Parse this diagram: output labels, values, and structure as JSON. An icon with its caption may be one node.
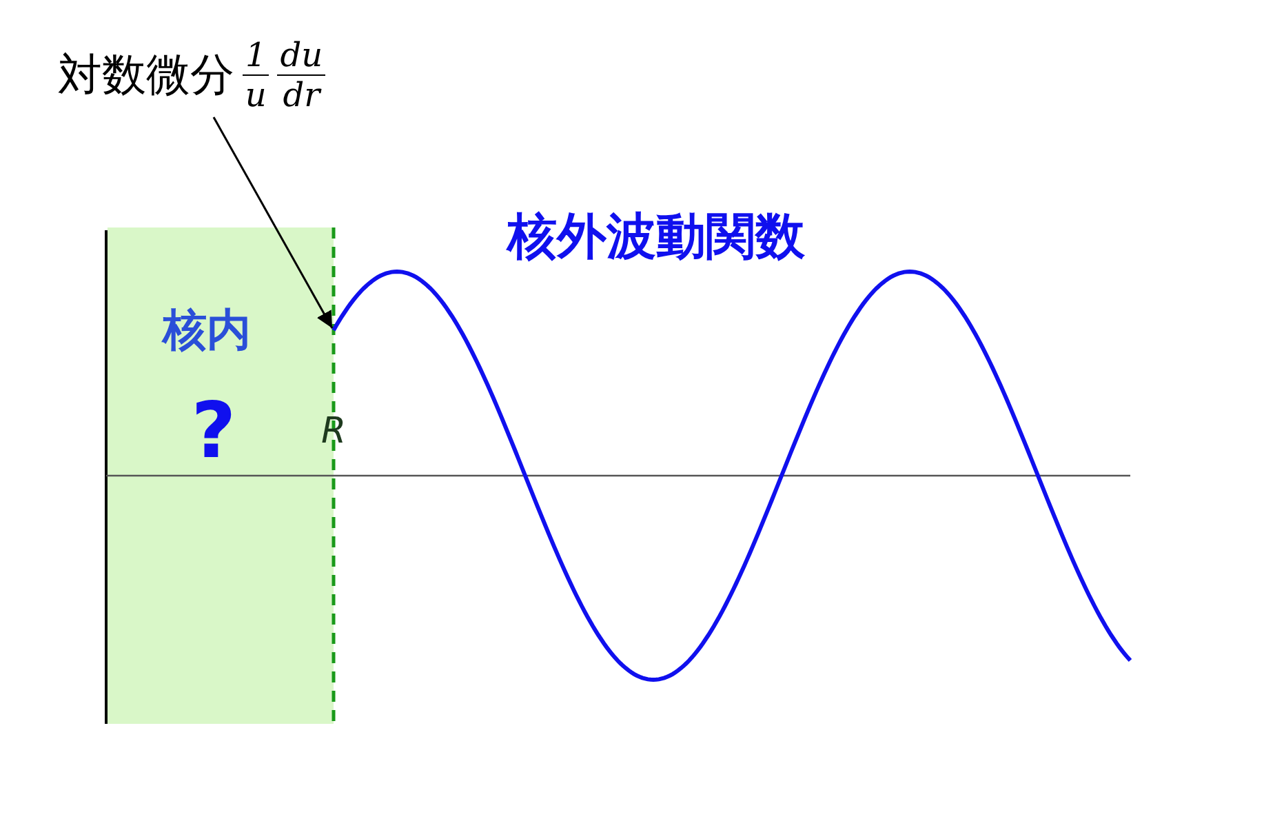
{
  "diagram": {
    "title": "核外波動関数",
    "nodes": [
      {
        "text": [
          "対数微分",
          "1",
          "u",
          "du",
          "dr"
        ]
      },
      {
        "text": [],
        "shape": "box"
      }
    ],
    "edges": [
      {
        "from": 0,
        "to": 1,
        "arrow": "to"
      }
    ],
    "labels": [
      "核内",
      "?",
      "R"
    ]
  }
}
